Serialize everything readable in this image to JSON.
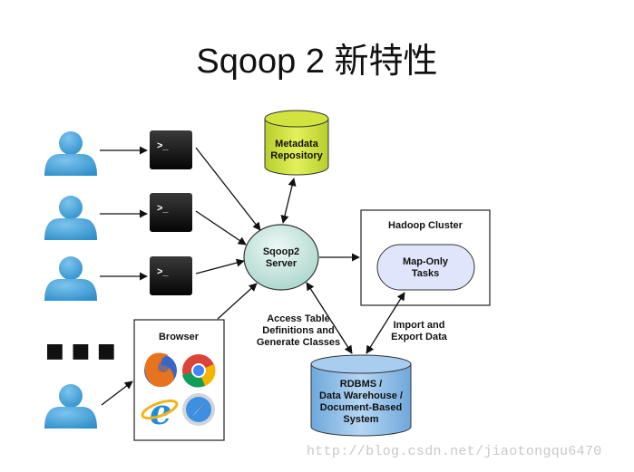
{
  "title": "Sqoop 2 新特性",
  "nodes": {
    "metadata_repository": [
      "Metadata",
      "Repository"
    ],
    "sqoop2_server": [
      "Sqoop2",
      "Server"
    ],
    "hadoop_cluster": "Hadoop Cluster",
    "map_only_tasks": [
      "Map-Only",
      "Tasks"
    ],
    "browser": "Browser",
    "rdbms": [
      "RDBMS /",
      "Data Warehouse /",
      "Document-Based",
      "System"
    ],
    "ellipsis": "■ ■ ■",
    "terminal_prompt": ">_"
  },
  "edge_labels": {
    "access_table": [
      "Access Table",
      "Definitions and",
      "Generate Classes"
    ],
    "import_export": [
      "Import and",
      "Export Data"
    ]
  },
  "browser_icons": [
    "firefox-icon",
    "chrome-icon",
    "internet-explorer-icon",
    "safari-icon"
  ],
  "colors": {
    "metadata_fill": "#d6e84a",
    "server_fill": "#cde8e2",
    "tasks_fill": "#dfe6fb",
    "rdbms_fill": "#9fc7ec",
    "user_icon": "#4aa3d8",
    "terminal": "#141414"
  },
  "watermark": "http://blog.csdn.net/jiaotongqu6470"
}
